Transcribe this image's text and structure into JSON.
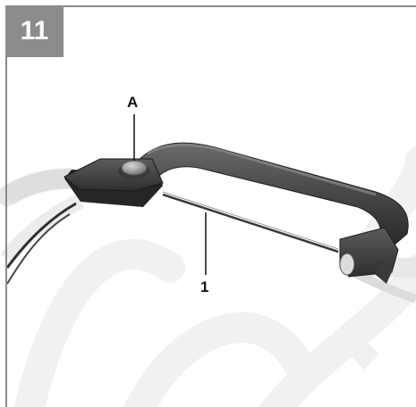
{
  "figure": {
    "step_number": "11",
    "callouts": {
      "a": "A",
      "one": "1"
    }
  },
  "icons": [
    "handlebar-illustration",
    "watermark-logo"
  ],
  "colors": {
    "badge_bg": "#8c8c8c",
    "frame": "#8a8a8a",
    "handle": "#3d3d3d",
    "bar_light": "#e4e4e4",
    "watermark": "#f2f2f2"
  }
}
